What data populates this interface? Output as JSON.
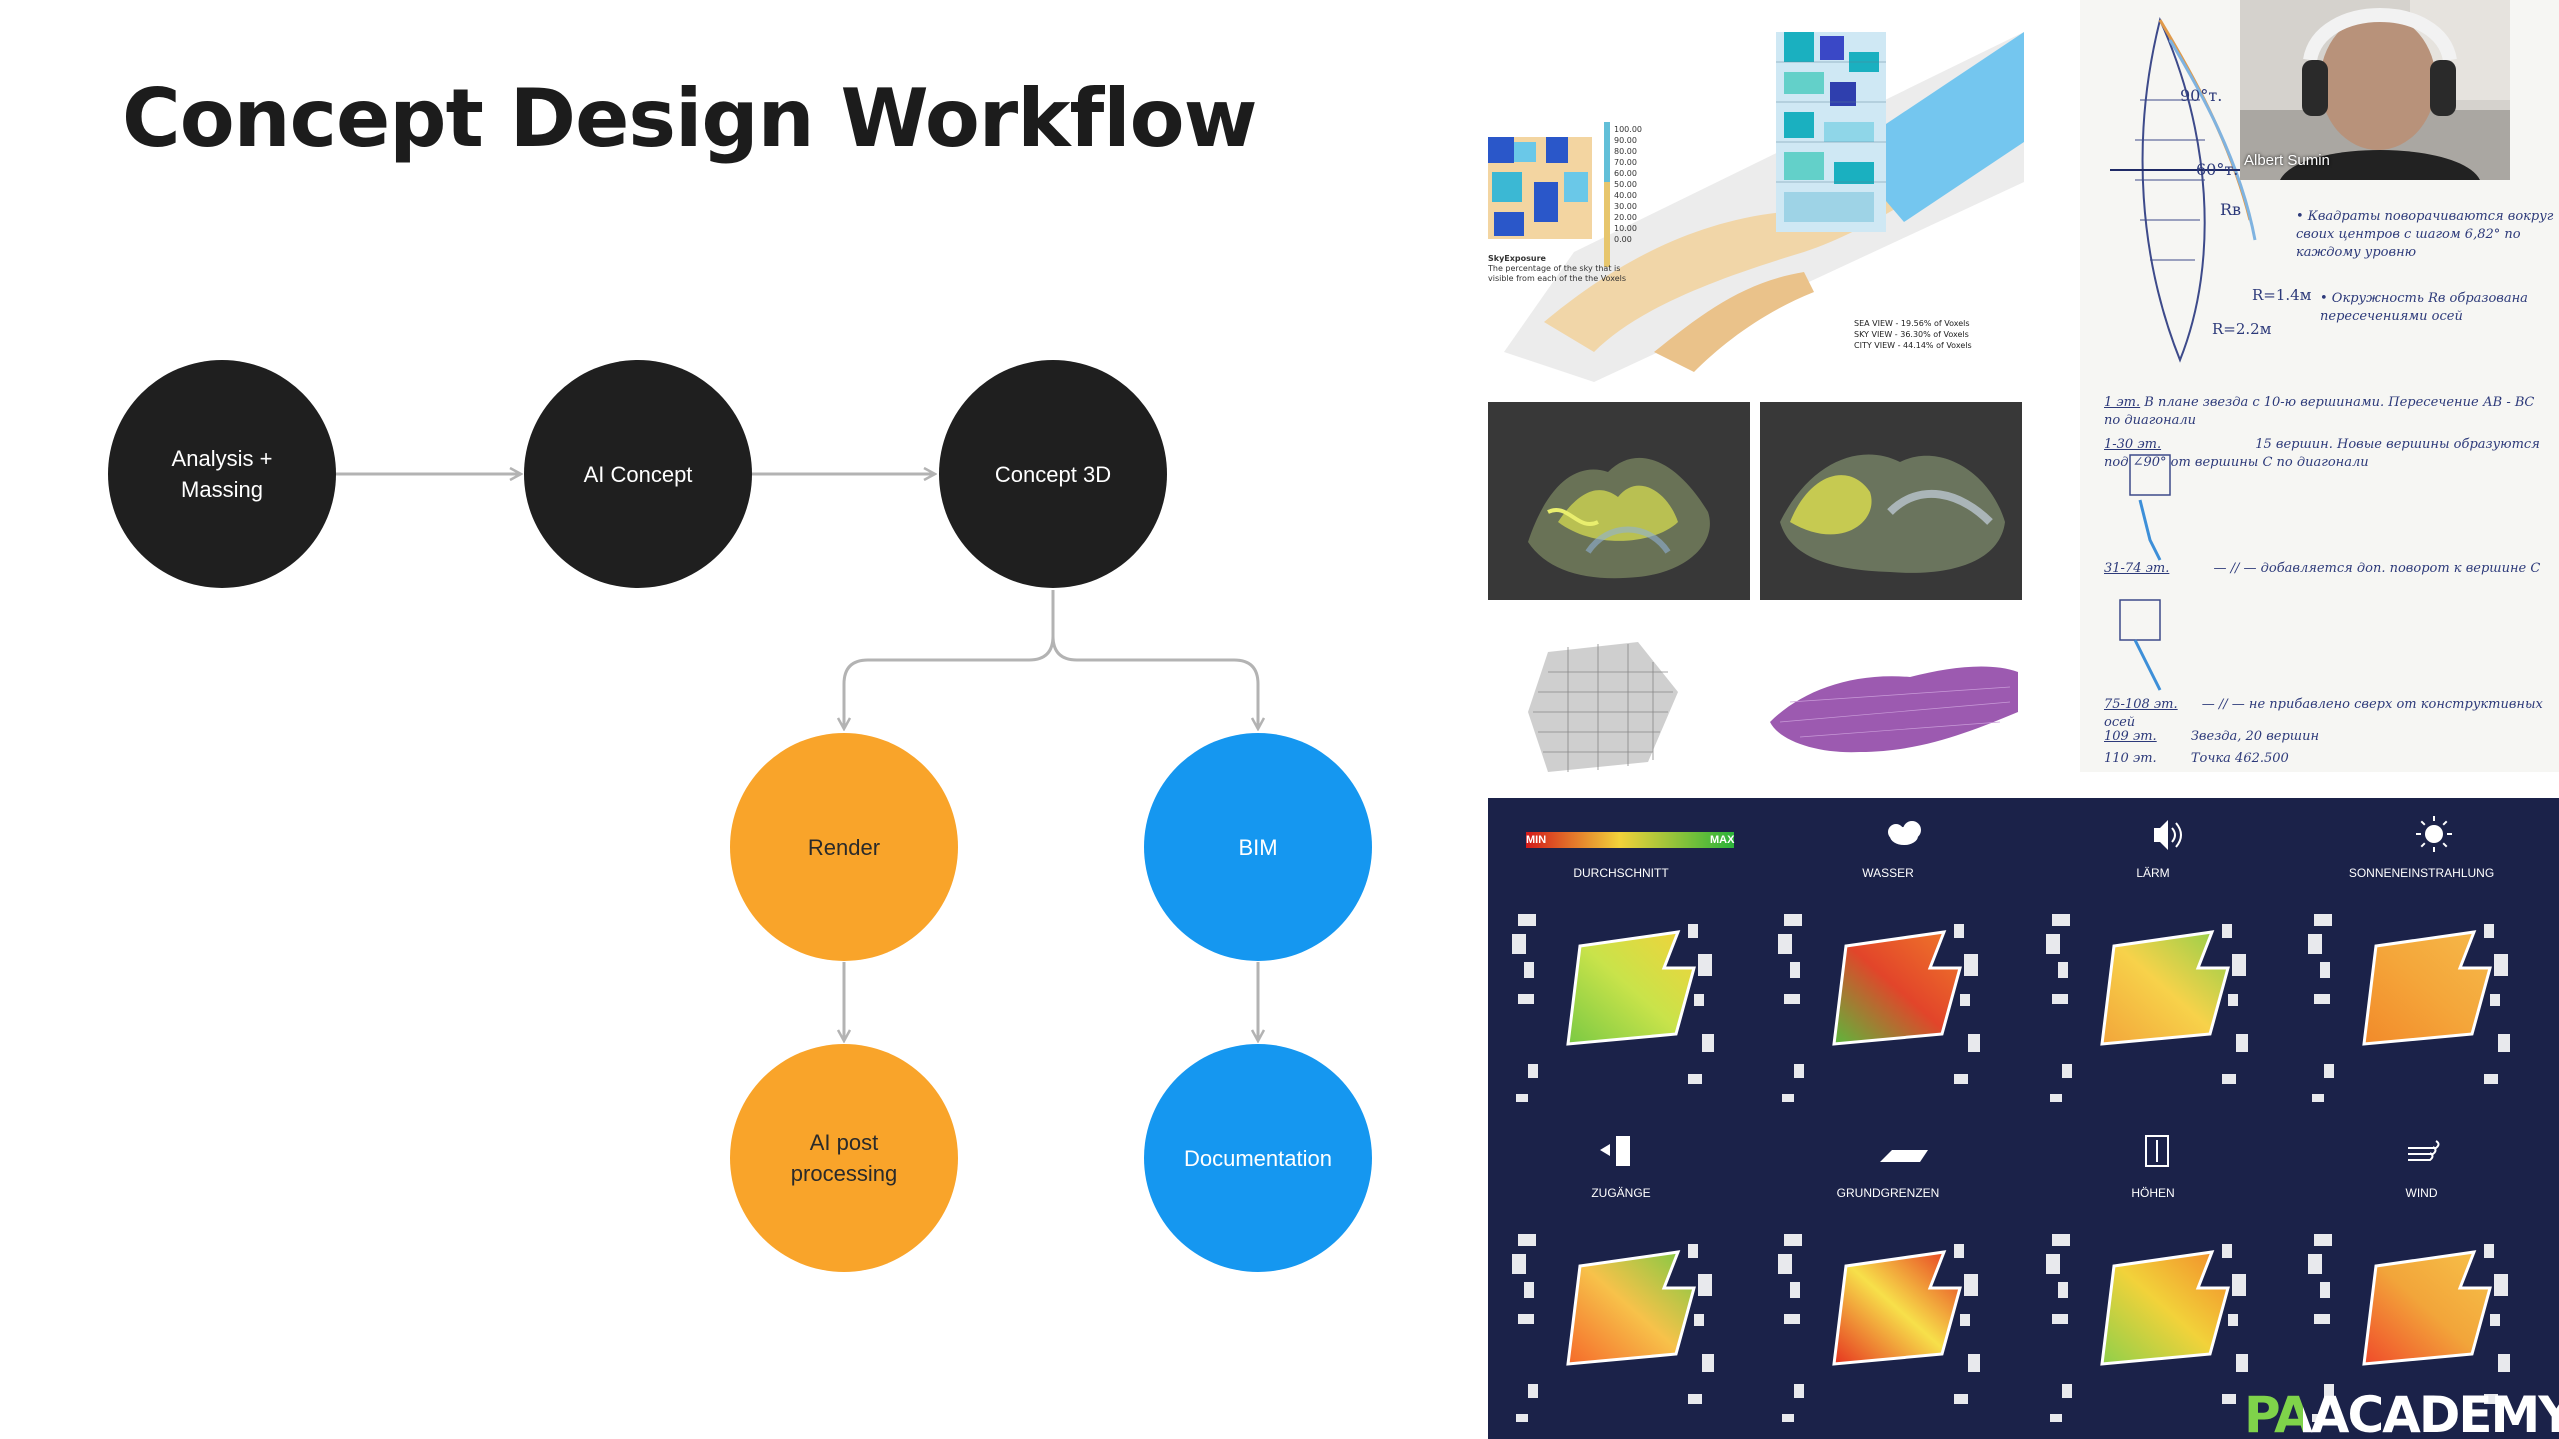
{
  "page": {
    "title": "Concept Design Workflow"
  },
  "workflow": {
    "nodes": {
      "analysis": "Analysis + Massing",
      "ai_concept": "AI Concept",
      "concept3d": "Concept 3D",
      "render": "Render",
      "bim": "BIM",
      "ai_post": "AI post processing",
      "documentation": "Documentation"
    },
    "colors": {
      "dark": "#1f1f1f",
      "orange": "#f9a42a",
      "blue": "#1597f0",
      "arrow": "#b3b3b3"
    }
  },
  "voxel_panel": {
    "legend_values": [
      "100.00",
      "90.00",
      "80.00",
      "70.00",
      "60.00",
      "50.00",
      "40.00",
      "30.00",
      "20.00",
      "10.00",
      "0.00"
    ],
    "sky_title": "SkyExposure",
    "sky_desc": "The percentage of the sky that is visible from each of the the Voxels",
    "views": [
      "SEA VIEW - 19.56% of Voxels",
      "SKY VIEW - 36.30% of Voxels",
      "CITY VIEW - 44.14% of Voxels"
    ]
  },
  "sketch_panel": {
    "labels": [
      "90°т.",
      "60°т.",
      "Rв",
      "R=1.4м",
      "R=2.2м"
    ],
    "bullet1": "• Квадраты поворачиваются вокруг своих центров с шагом 6,82° по каждому уровню",
    "bullet2": "• Окружность Rв образована пересечениями осей",
    "line1_tag": "1 эт.",
    "line1": "В плане звезда с 10-ю вершинами. Пересечение АВ - ВС по диагонали",
    "line2_tag": "1-30 эт.",
    "line2": "15 вершин. Новые вершины образуются под ∠90° от вершины С по диагонали",
    "line3_tag": "31-74 эт.",
    "line3": "— // — добавляется доп. поворот к вершине С",
    "line4_tag": "75-108 эт.",
    "line4": "— // — не прибавлено сверх от конструктивных осей",
    "line5_tag": "109 эт.",
    "line5": "Звезда, 20 вершин",
    "line6_tag": "110 эт.",
    "line6": "Точка 462.500"
  },
  "video": {
    "participant": "Albert Sumin"
  },
  "analysis_grid": {
    "legend": {
      "min": "MIN",
      "max": "MAX"
    },
    "top": [
      {
        "label": "DURCHSCHNITT",
        "icon": "gradient-legend"
      },
      {
        "label": "WASSER",
        "icon": "rain-cloud-icon"
      },
      {
        "label": "LÄRM",
        "icon": "speaker-icon"
      },
      {
        "label": "SONNENEINSTRAHLUNG",
        "icon": "sun-icon"
      }
    ],
    "bottom": [
      {
        "label": "ZUGÄNGE",
        "icon": "door-icon"
      },
      {
        "label": "GRUNDGRENZEN",
        "icon": "boundary-icon"
      },
      {
        "label": "HÖHEN",
        "icon": "height-icon"
      },
      {
        "label": "WIND",
        "icon": "wind-icon"
      }
    ],
    "background": "#1b2249"
  },
  "brand": {
    "logo": "PAACADEMY"
  }
}
